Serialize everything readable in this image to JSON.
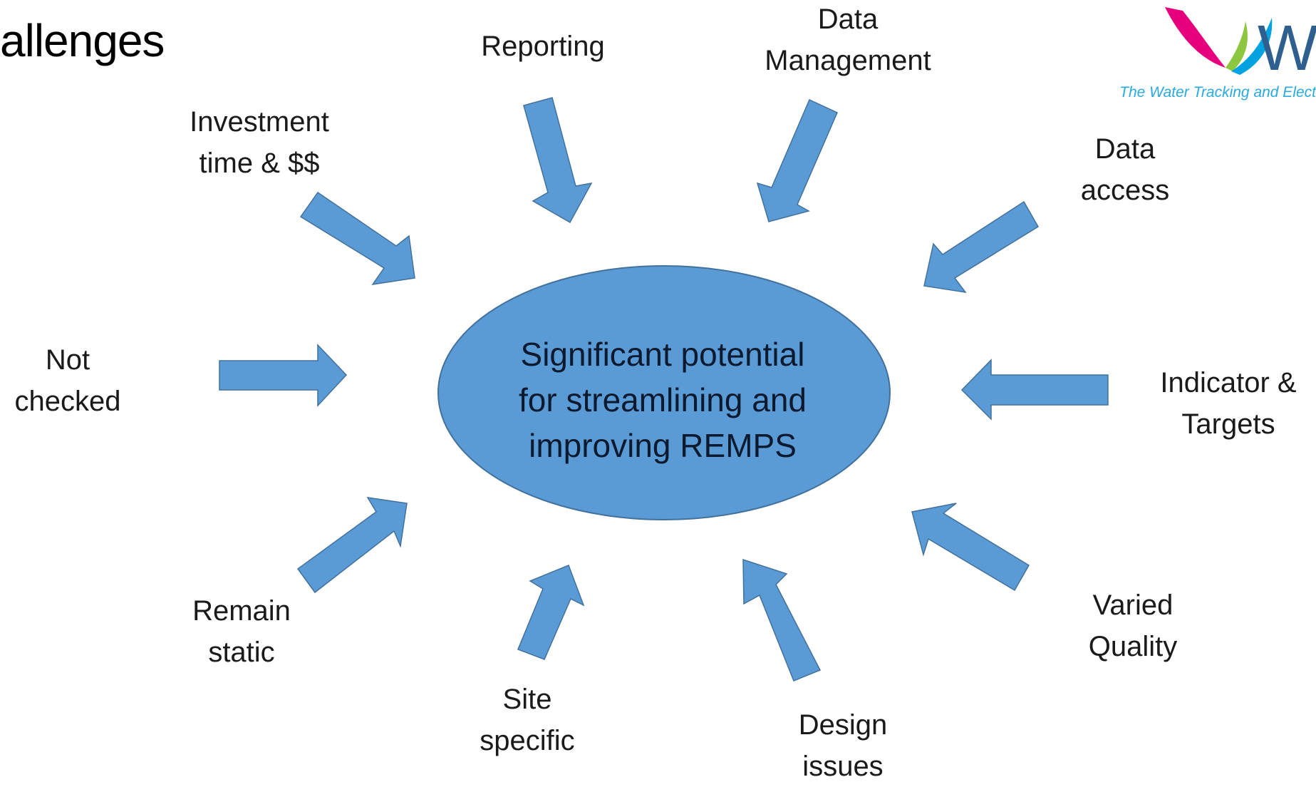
{
  "slide": {
    "title": "allenges",
    "logo": {
      "wordmark": "Wat",
      "tagline": "The Water Tracking and Elect",
      "colors": {
        "magenta": "#e6007e",
        "green": "#8dc63f",
        "blue": "#00a3e0",
        "tagline": "#2aa9e0"
      }
    }
  },
  "diagram": {
    "center": {
      "lines": [
        "Significant potential",
        "for streamlining and",
        "improving REMPS"
      ],
      "fill": "#5b9bd5",
      "stroke": "#41719c"
    },
    "arrow_color": "#5b9bd5",
    "challenges": [
      {
        "id": "reporting",
        "lines": [
          "Reporting"
        ]
      },
      {
        "id": "data-management",
        "lines": [
          "Data",
          "Management"
        ]
      },
      {
        "id": "data-access",
        "lines": [
          "Data",
          "access"
        ]
      },
      {
        "id": "indicator-targets",
        "lines": [
          "Indicator &",
          "Targets"
        ]
      },
      {
        "id": "varied-quality",
        "lines": [
          "Varied",
          "Quality"
        ]
      },
      {
        "id": "design-issues",
        "lines": [
          "Design",
          "issues"
        ]
      },
      {
        "id": "site-specific",
        "lines": [
          "Site",
          "specific"
        ]
      },
      {
        "id": "remain-static",
        "lines": [
          "Remain",
          "static"
        ]
      },
      {
        "id": "not-checked",
        "lines": [
          "Not",
          "checked"
        ]
      },
      {
        "id": "investment",
        "lines": [
          "Investment",
          "time & $$"
        ]
      }
    ]
  }
}
